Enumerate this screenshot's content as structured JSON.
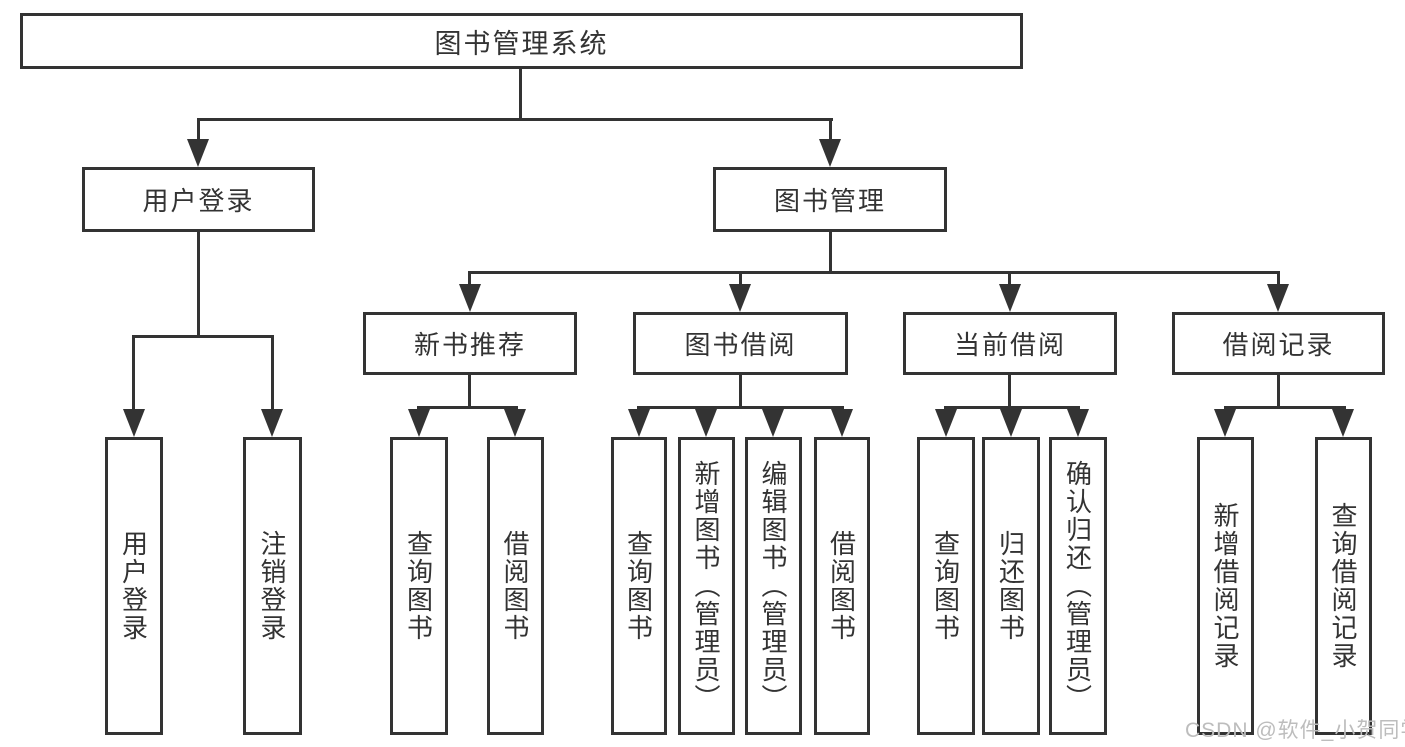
{
  "diagram": {
    "title": "图书管理系统",
    "root": {
      "label": "图书管理系统"
    },
    "login_branch": {
      "label": "用户登录",
      "children": [
        {
          "label": "用户登录"
        },
        {
          "label": "注销登录"
        }
      ]
    },
    "management_branch": {
      "label": "图书管理",
      "groups": [
        {
          "label": "新书推荐",
          "children": [
            {
              "label": "查询图书"
            },
            {
              "label": "借阅图书"
            }
          ]
        },
        {
          "label": "图书借阅",
          "children": [
            {
              "label": "查询图书"
            },
            {
              "label": "新增图书（管理员）"
            },
            {
              "label": "编辑图书（管理员）"
            },
            {
              "label": "借阅图书"
            }
          ]
        },
        {
          "label": "当前借阅",
          "children": [
            {
              "label": "查询图书"
            },
            {
              "label": "归还图书"
            },
            {
              "label": "确认归还（管理员）"
            }
          ]
        },
        {
          "label": "借阅记录",
          "children": [
            {
              "label": "新增借阅记录"
            },
            {
              "label": "查询借阅记录"
            }
          ]
        }
      ]
    },
    "colors": {
      "line": "#333333",
      "text": "#333333",
      "background": "#ffffff",
      "watermark_text": "#bdbdbd"
    },
    "watermark": "CSDN @软件_小贺同学"
  }
}
